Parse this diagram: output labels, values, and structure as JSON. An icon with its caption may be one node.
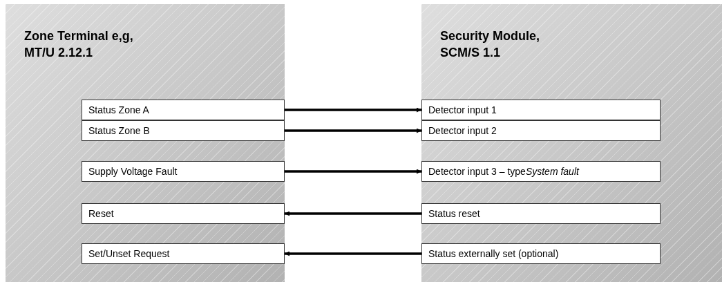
{
  "diagram": {
    "nodes": [
      {
        "text": [
          "Zone Terminal e,g, MT/U 2.12.1"
        ]
      },
      {
        "text": [
          "Status Zone A"
        ],
        "in": 0
      },
      {
        "text": [
          "Status Zone B"
        ],
        "in": 0
      },
      {
        "text": [
          "Supply Voltage Fault"
        ],
        "in": 0
      },
      {
        "text": [
          "Reset"
        ],
        "in": 0
      },
      {
        "text": [
          "Set/Unset Request"
        ],
        "in": 0
      },
      {
        "text": [
          "Security Module, SCM/S 1.1"
        ]
      },
      {
        "text": [
          "Detector input 1"
        ],
        "in": 6
      },
      {
        "text": [
          "Detector input 2"
        ],
        "in": 6
      },
      {
        "text": [
          "Detector input 3 – type",
          "System fault"
        ],
        "in": 6
      },
      {
        "text": [
          "Status reset"
        ],
        "in": 6
      },
      {
        "text": [
          "Status externally set (optional)"
        ],
        "in": 6
      }
    ],
    "edges": [
      {
        "from": 1,
        "to": 7,
        "arrow": "to"
      },
      {
        "from": 2,
        "to": 8,
        "arrow": "to"
      },
      {
        "from": 3,
        "to": 9,
        "arrow": "to"
      },
      {
        "from": 10,
        "to": 4,
        "arrow": "to"
      },
      {
        "from": 11,
        "to": 5,
        "arrow": "to"
      }
    ]
  }
}
